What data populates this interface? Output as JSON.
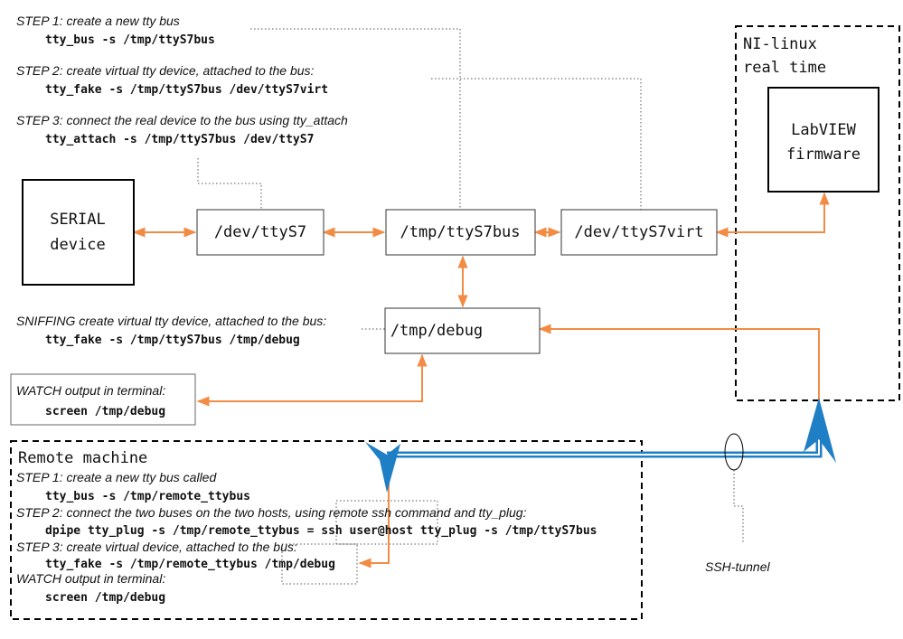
{
  "colors": {
    "arrow": "#f28c45",
    "tunnel": "#1f7fc4",
    "box": "#000000",
    "dotted": "#555555"
  },
  "top_steps": {
    "step1_caption": "STEP 1: create a new tty bus",
    "step1_cmd": "tty_bus -s /tmp/ttyS7bus",
    "step2_caption": "STEP 2: create virtual tty device, attached to the bus:",
    "step2_cmd": "tty_fake -s /tmp/ttyS7bus /dev/ttyS7virt",
    "step3_caption": "STEP 3: connect the real device to the bus using tty_attach",
    "step3_cmd": "tty_attach -s /tmp/ttyS7bus /dev/ttyS7",
    "sniff_caption": "SNIFFING create virtual tty device, attached to the bus:",
    "sniff_cmd": "tty_fake -s /tmp/ttyS7bus /tmp/debug",
    "watch_caption": "WATCH output in terminal:",
    "watch_cmd": "screen /tmp/debug"
  },
  "nodes": {
    "serial_line1": "SERIAL",
    "serial_line2": "device",
    "dev_ttys7": "/dev/ttyS7",
    "tmp_ttys7bus": "/tmp/ttyS7bus",
    "dev_ttys7virt": "/dev/ttyS7virt",
    "tmp_debug": "/tmp/debug",
    "labview_line1": "LabVIEW",
    "labview_line2": "firmware"
  },
  "ni_linux": {
    "line1": "NI-linux",
    "line2": "real time"
  },
  "remote": {
    "title": "Remote machine",
    "step1_caption": "STEP 1: create a new tty bus called",
    "step1_cmd": "tty_bus -s /tmp/remote_ttybus",
    "step2_caption": "STEP 2: connect the two buses on the two hosts, using remote ssh command and tty_plug:",
    "step2_cmd": "dpipe tty_plug -s /tmp/remote_ttybus = ssh user@host tty_plug -s /tmp/ttyS7bus",
    "step3_caption": "STEP 3: create virtual device, attached to the bus:",
    "step3_cmd": "tty_fake -s /tmp/remote_ttybus /tmp/debug",
    "watch_caption": "WATCH output in terminal:",
    "watch_cmd": "screen /tmp/debug"
  },
  "ssh_tunnel_label": "SSH-tunnel"
}
